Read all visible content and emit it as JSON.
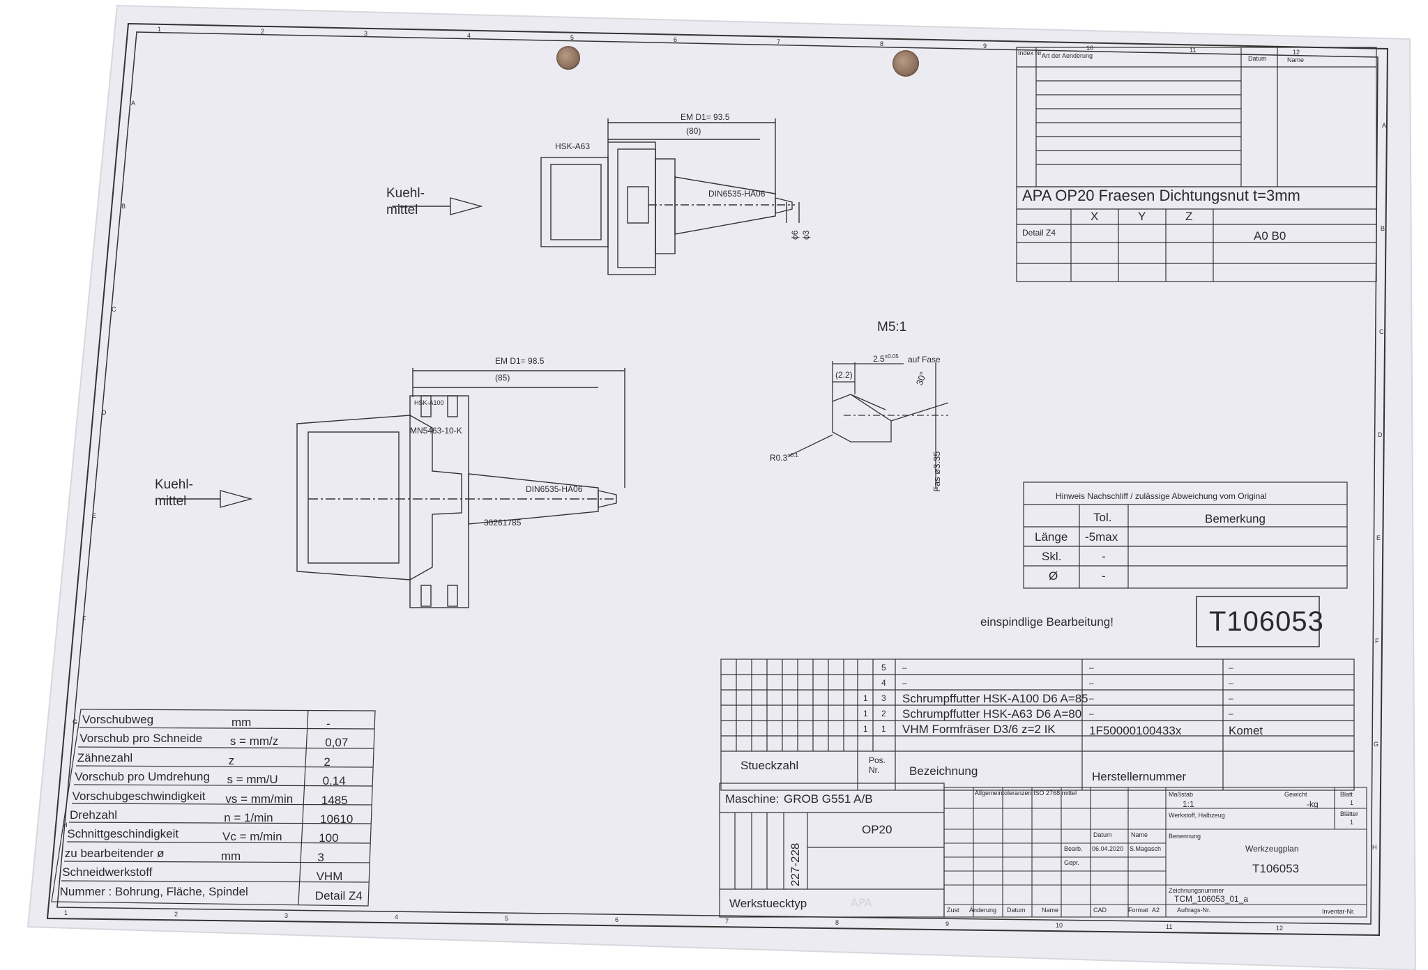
{
  "colors": {
    "paper": "#ecebf1",
    "ink": "#2a2a2e",
    "hole": "#8a6b55"
  },
  "coolant_label": [
    "Kuehl-",
    "mittel"
  ],
  "top_assembly": {
    "em_d1": "EM D1= 93.5",
    "em_sub": "(80)",
    "holder": "HSK-A63",
    "cutter": "DIN6535-HA06",
    "dia_a": "φ6",
    "dia_b": "φ3"
  },
  "bottom_assembly": {
    "em_d1": "EM D1= 98.5",
    "em_sub": "(85)",
    "holder": "HSK-A100",
    "chuck": "MN5463-10-K",
    "cutter": "DIN6535-HA06",
    "part_no": "30261785"
  },
  "detail": {
    "scale": "M5:1",
    "dim_25": "2.5",
    "tol_25": "±0.05",
    "chamfer": "auf Fase",
    "angle": "30°",
    "dim_22": "(2.2)",
    "radius": "R0.3",
    "radius_tol": "±0.1",
    "fas": "Fas ø3.35"
  },
  "revision_block": {
    "index_header": "Index Nr.",
    "art_header": "Art der Aenderung",
    "datum_header": "Datum",
    "name_header": "Name"
  },
  "title_band": {
    "title": "APA OP20 Fraesen Dichtungsnut t=3mm",
    "cols": [
      "X",
      "Y",
      "Z"
    ],
    "detail": "Detail Z4",
    "ab": "A0 B0"
  },
  "regrind": {
    "title": "Hinweis Nachschliff / zulässige Abweichung vom Original",
    "col_tol": "Tol.",
    "col_rem": "Bemerkung",
    "rows": [
      {
        "label": "Länge",
        "tol": "-5max"
      },
      {
        "label": "Skl.",
        "tol": "-"
      },
      {
        "label": "Ø",
        "tol": "-"
      }
    ]
  },
  "spindle_note": "einspindlige Bearbeitung!",
  "tool_id": "T106053",
  "parts_list": {
    "rows": [
      {
        "qty": "",
        "pos": "5",
        "desc": "–",
        "mfr_no": "–",
        "mfr": "–"
      },
      {
        "qty": "",
        "pos": "4",
        "desc": "–",
        "mfr_no": "–",
        "mfr": "–"
      },
      {
        "qty": "1",
        "pos": "3",
        "desc": "Schrumpffutter HSK-A100 D6 A=85",
        "mfr_no": "–",
        "mfr": "–"
      },
      {
        "qty": "1",
        "pos": "2",
        "desc": "Schrumpffutter HSK-A63 D6 A=80",
        "mfr_no": "–",
        "mfr": "–"
      },
      {
        "qty": "1",
        "pos": "1",
        "desc": "VHM Formfräser D3/6 z=2 IK",
        "mfr_no": "1F50000100433x",
        "mfr": "Komet"
      }
    ],
    "stueckzahl": "Stueckzahl",
    "pos_header": "Pos.",
    "nr_header": "Nr.",
    "bez_header": "Bezeichnung",
    "hersteller_header": "Herstellernummer"
  },
  "machine": {
    "label": "Maschine:",
    "name": "GROB G551 A/B",
    "op": "OP20",
    "workpiece_no": "227-228",
    "werkstueck_label": "Werkstuecktyp",
    "logo": "APA"
  },
  "cutting_data": [
    {
      "label": "Vorschubweg",
      "sym": "mm",
      "value": "-"
    },
    {
      "label": "Vorschub pro Schneide",
      "sym": "s = mm/z",
      "value": "0,07"
    },
    {
      "label": "Zähnezahl",
      "sym": "z",
      "value": "2"
    },
    {
      "label": "Vorschub pro Umdrehung",
      "sym": "s = mm/U",
      "value": "0.14"
    },
    {
      "label": "Vorschubgeschwindigkeit",
      "sym": "vs = mm/min",
      "value": "1485"
    },
    {
      "label": "Drehzahl",
      "sym": "n = 1/min",
      "value": "10610"
    },
    {
      "label": "Schnittgeschindigkeit",
      "sym": "Vc = m/min",
      "value": "100"
    },
    {
      "label": "zu bearbeitender ø",
      "sym": "mm",
      "value": "3"
    },
    {
      "label": "Schneidwerkstoff",
      "sym": "",
      "value": "VHM"
    },
    {
      "label": "Nummer : Bohrung, Fläche, Spindel",
      "sym": "",
      "value": "Detail Z4"
    }
  ],
  "title_block": {
    "tolerances": "Allgemeintoleranzen ISO 2768 mittel",
    "massstab_label": "Maßstab",
    "massstab": "1:1",
    "gewicht_label": "Gewicht",
    "gewicht": "-kg",
    "blatt_label": "Blatt",
    "blatt": "1",
    "blaetter_label": "Blätter",
    "blaetter": "1",
    "werkstoff_label": "Werkstoff, Halbzeug",
    "benennung_label": "Benennung",
    "benennung": "Werkzeugplan",
    "tool": "T106053",
    "zeichnungsnummer_label": "Zeichnungsnummer",
    "zeichnungsnummer": "TCM_106053_01_a",
    "bearb_label": "Bearb.",
    "gepr_label": "Gepr.",
    "datum_label": "Datum",
    "name_label": "Name",
    "datum": "06.04.2020",
    "name": "S.Magasch",
    "zust_labels": [
      "Zust",
      "Änderung",
      "Datum",
      "Name"
    ],
    "cad": "CAD",
    "format_label": "Format",
    "format": "A2",
    "auftrags_label": "Auftrags-Nr.",
    "inventar_label": "Inventar-Nr."
  },
  "grid_numbers_top": [
    "1",
    "2",
    "3",
    "4",
    "5",
    "6",
    "7",
    "8",
    "9",
    "10",
    "11",
    "12"
  ],
  "grid_letters": [
    "A",
    "B",
    "C",
    "D",
    "E",
    "F",
    "G",
    "H"
  ]
}
